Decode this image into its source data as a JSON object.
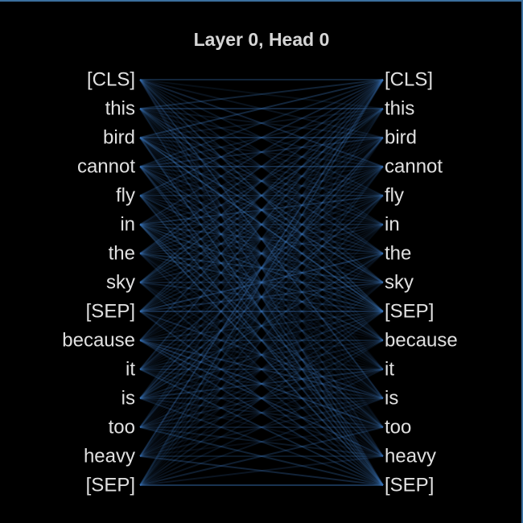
{
  "title": "Layer 0, Head 0",
  "left_tokens": [
    "[CLS]",
    "this",
    "bird",
    "cannot",
    "fly",
    "in",
    "the",
    "sky",
    "[SEP]",
    "because",
    "it",
    "is",
    "too",
    "heavy",
    "[SEP]"
  ],
  "right_tokens": [
    "[CLS]",
    "this",
    "bird",
    "cannot",
    "fly",
    "in",
    "the",
    "sky",
    "[SEP]",
    "because",
    "it",
    "is",
    "too",
    "heavy",
    "[SEP]"
  ],
  "colors": {
    "background": "#000000",
    "line": "#3a74b8",
    "text": "#e0e0e0",
    "border": "#3b6f9e"
  }
}
